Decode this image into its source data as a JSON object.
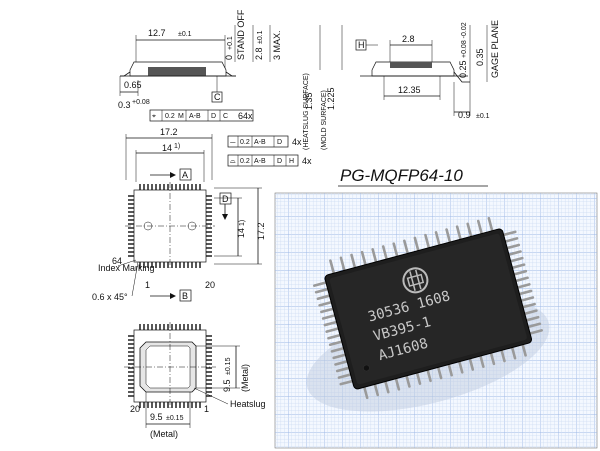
{
  "title": "PG-MQFP64-10",
  "side_view_left": {
    "width_label": "12.7",
    "width_tol": "±0.1",
    "standoff": "0",
    "standoff_tol": "+0.1",
    "standoff_label": "STAND OFF",
    "height_a": "2.8",
    "height_a_tol": "±0.1",
    "height_max": "3 MAX.",
    "lead_offset": "0.65",
    "lead_width": "0.3",
    "lead_width_tol": "+0.08",
    "datum_c": "C",
    "tolerance_frame": [
      "0.2",
      "M",
      "A-B",
      "D",
      "C",
      "64x"
    ]
  },
  "side_view_right": {
    "heatslug_surface": "(HEATSLUG SURFACE)",
    "heatslug_val": "1.35",
    "mold_surface": "(MOLD SURFACE)",
    "mold_val": "1.225",
    "datum_h": "H",
    "top_dim": "2.8",
    "body_dim": "12.35",
    "thick": "0.25",
    "thick_tol": "+0.08 -0.02",
    "gage": "0.35",
    "gage_label": "GAGE PLANE",
    "foot": "0.9",
    "foot_tol": "±0.1"
  },
  "top_view": {
    "outer_dim": "17.2",
    "inner_dim": "14",
    "inner_note": "1)",
    "tol_row1": [
      "0.2",
      "A-B",
      "D",
      "4x"
    ],
    "tol_row2": [
      "0.2",
      "A-B",
      "D",
      "H",
      "4x"
    ],
    "datum_a": "A",
    "datum_b": "B",
    "datum_d": "D",
    "side_inner": "14",
    "side_outer": "17.2",
    "pin64": "64",
    "pin1": "1",
    "pin20": "20",
    "index_marking": "Index Marking",
    "chamfer": "0.6 x 45°"
  },
  "bottom_view": {
    "metal_h": "9.5",
    "metal_h_tol": "±0.15",
    "metal_label": "(Metal)",
    "metal_w": "9.5",
    "metal_w_tol": "±0.15",
    "pin20": "20",
    "pin1": "1",
    "heatslug": "Heatslug"
  },
  "photo": {
    "marking_line1": "30536 1608",
    "marking_line2": "VB395-1",
    "marking_line3": "AJ1608",
    "grid_color": "#7aa0d8",
    "chip_color": "#1a1a1a"
  }
}
